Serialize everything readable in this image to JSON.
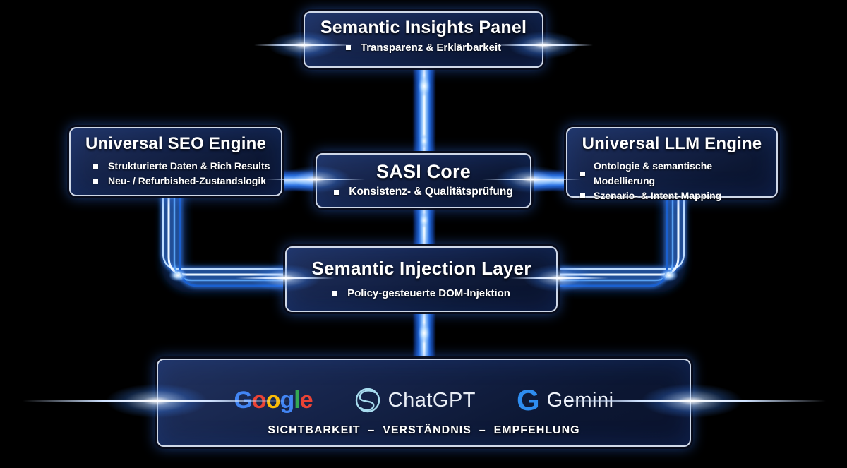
{
  "colors": {
    "background": "#000000",
    "accent_blue": "#2F7FE8",
    "glow_core": "#EAF5FF",
    "box_border": "#CFD8E8",
    "gemini_g": "#2E8DF0",
    "chatgpt_icon": "#A8DCEF"
  },
  "nodes": {
    "insights": {
      "title": "Semantic Insights Panel",
      "bullets": [
        "Transparenz & Erklärbarkeit"
      ]
    },
    "seo": {
      "title": "Universal SEO Engine",
      "bullets": [
        "Strukturierte Daten & Rich Results",
        "Neu- / Refurbished-Zustandslogik"
      ]
    },
    "sasi": {
      "title": "SASI Core",
      "bullets": [
        "Konsistenz- & Qualitätsprüfung"
      ]
    },
    "llm": {
      "title": "Universal LLM Engine",
      "bullets": [
        "Ontologie & semantische Modellierung",
        "Szenario- & Intent-Mapping"
      ]
    },
    "injection": {
      "title": "Semantic Injection Layer",
      "bullets": [
        "Policy-gesteuerte DOM-Injektion"
      ]
    }
  },
  "platforms": {
    "google_letters": [
      {
        "ch": "G",
        "color": "#4285F4"
      },
      {
        "ch": "o",
        "color": "#EA4335"
      },
      {
        "ch": "o",
        "color": "#FBBC05"
      },
      {
        "ch": "g",
        "color": "#4285F4"
      },
      {
        "ch": "l",
        "color": "#34A853"
      },
      {
        "ch": "e",
        "color": "#EA4335"
      }
    ],
    "chatgpt_label": "ChatGPT",
    "gemini_g": "G",
    "gemini_label": "Gemini"
  },
  "caption": "SICHTBARKEIT  –  VERSTÄNDNIS  –  EMPFEHLUNG"
}
